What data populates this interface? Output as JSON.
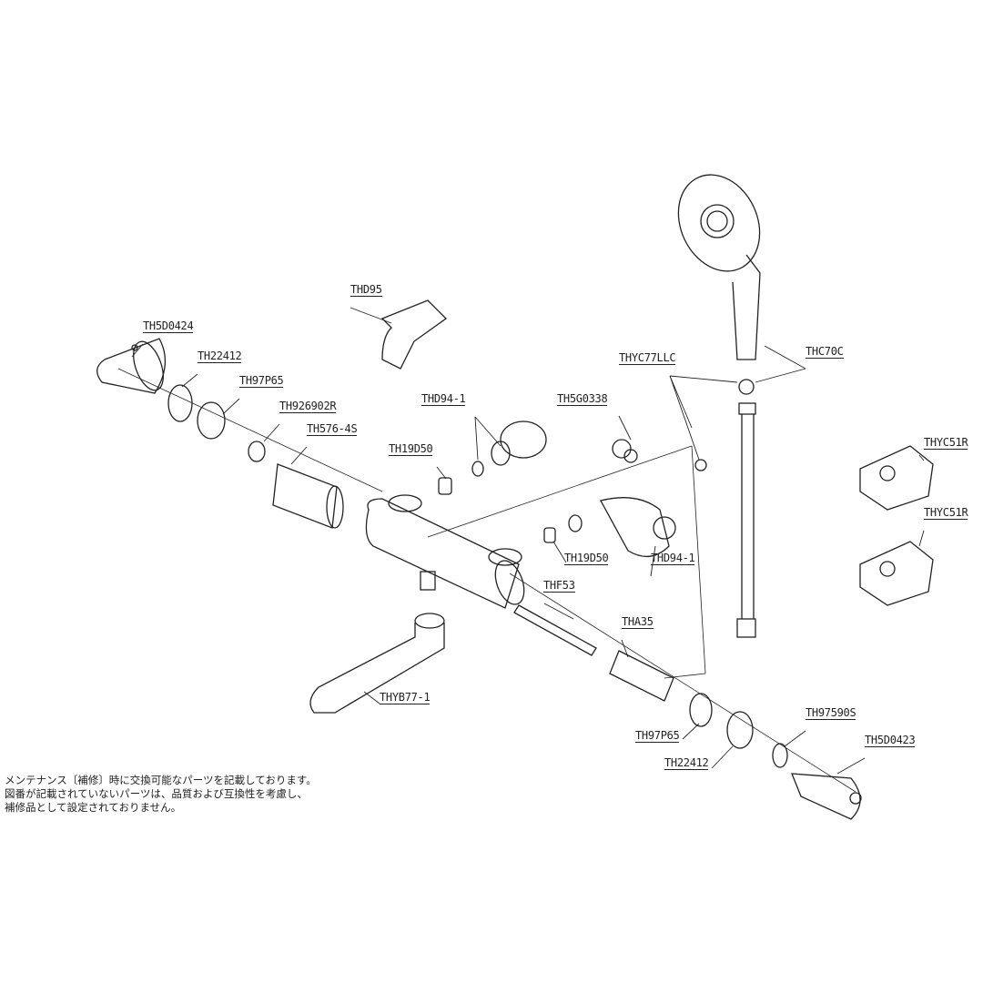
{
  "labels": {
    "th5d0424": "TH5D0424",
    "th22412_top": "TH22412",
    "th97p65_top": "TH97P65",
    "th926902r": "TH926902R",
    "th576_4s": "TH576-4S",
    "thd95": "THD95",
    "thd94_1_top": "THD94-1",
    "th5g0338": "TH5G0338",
    "th19d50_top": "TH19D50",
    "thyc77llc": "THYC77LLC",
    "thc70c": "THC70C",
    "thyc51r_a": "THYC51R",
    "thyc51r_b": "THYC51R",
    "th19d50_bottom": "TH19D50",
    "thd94_1_bottom": "THD94-1",
    "thf53": "THF53",
    "tha35": "THA35",
    "thyb77_1": "THYB77-1",
    "th97p65_bottom": "TH97P65",
    "th97590s": "TH97590S",
    "th22412_bottom": "TH22412",
    "th5d0423": "TH5D0423"
  },
  "note": {
    "line1": "メンテナンス〔補修〕時に交換可能なパーツを記載しております。",
    "line2": "図番が記載されていないパーツは、品質および互換性を考慮し、",
    "line3": "補修品として設定されておりません。"
  }
}
